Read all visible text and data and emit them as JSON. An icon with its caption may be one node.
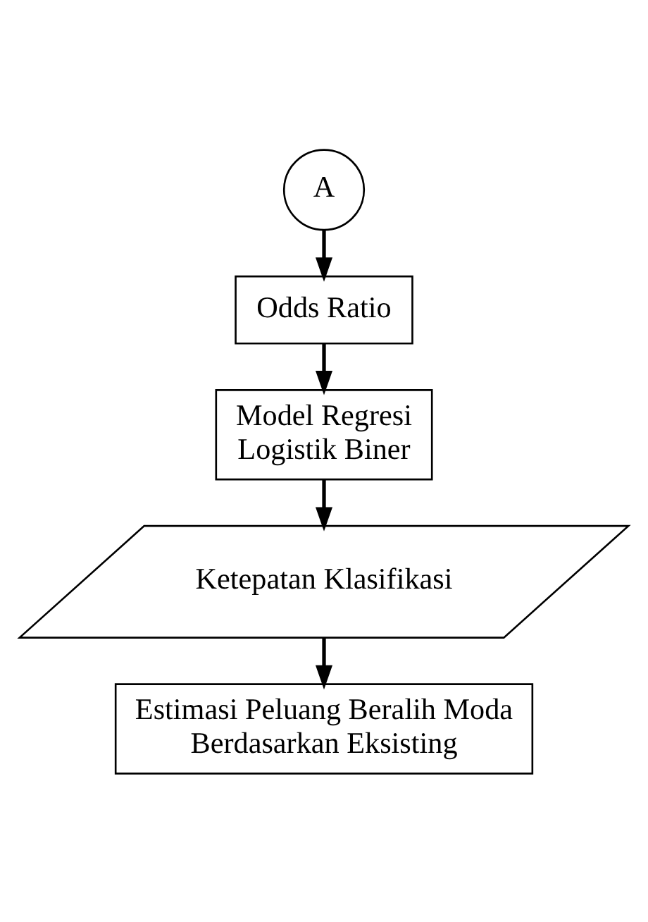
{
  "diagram": {
    "nodes": [
      {
        "text": [
          "A"
        ]
      },
      {
        "text": [
          "Odds Ratio"
        ]
      },
      {
        "text": [
          "Model Regresi Logistik Biner"
        ]
      },
      {
        "text": [
          "Ketepatan Klasifikasi"
        ]
      },
      {
        "text": [
          "Estimasi Peluang Beralih Moda Berdasarkan Eksisting"
        ]
      }
    ],
    "edges": [
      {
        "from": 0,
        "to": 1,
        "arrow": "to"
      },
      {
        "from": 1,
        "to": 2,
        "arrow": "to"
      },
      {
        "from": 2,
        "to": 3,
        "arrow": "to"
      },
      {
        "from": 3,
        "to": 4,
        "arrow": "to"
      }
    ]
  }
}
